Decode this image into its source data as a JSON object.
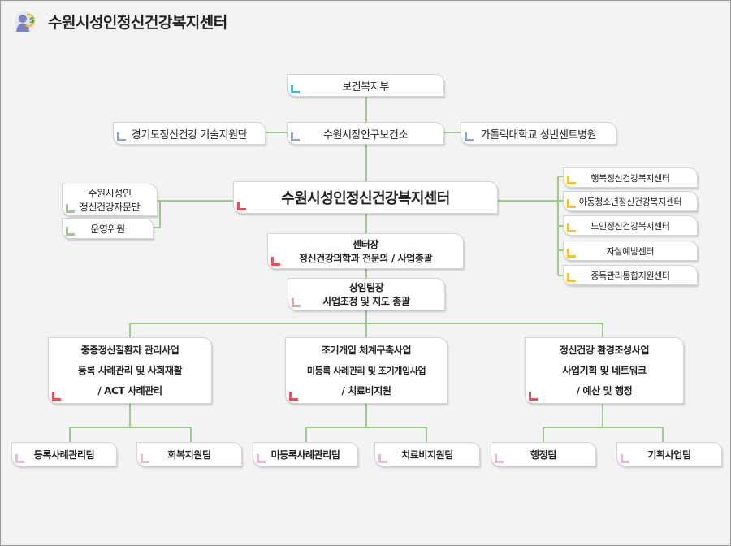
{
  "header": {
    "title": "수원시성인정신건강복지센터",
    "logo_icon": "mind-figure-logo-icon"
  },
  "colors": {
    "line": "#9ccb8c",
    "blue": "#5aaed0",
    "steel": "#8aa3c6",
    "red": "#e0555d",
    "salmon": "#f0a098",
    "yellow": "#f0c040",
    "green": "#9ccb8c",
    "pink": "#f0b4dc"
  },
  "org": {
    "top": "보건복지부",
    "support": "경기도정신건강 기술지원단",
    "health_center": "수원시장안구보건소",
    "hospital": "가톨릭대학교 성빈센트병원",
    "advisory": [
      "수원시성인",
      "정신건강자문단"
    ],
    "committee": "운영위원",
    "center": "수원시성인정신건강복지센터",
    "related": [
      "행복정신건강복지센터",
      "아동청소년정신건강복지센터",
      "노인정신건강복지센터",
      "자살예방센터",
      "중독관리통합지원센터"
    ],
    "director": [
      "센터장",
      "정신건강의학과 전문의 / 사업총괄"
    ],
    "team_lead": [
      "상임팀장",
      "사업조정 및 지도 총괄"
    ],
    "divisions": [
      {
        "lines": [
          "중증정신질환자 관리사업",
          "등록 사례관리 및 사회재활",
          "/ ACT 사례관리"
        ],
        "teams": [
          "등록사례관리팀",
          "회복지원팀"
        ]
      },
      {
        "lines": [
          "조기개입 체계구축사업",
          "미등록 사례관리 및 조기개입사업",
          "/ 치료비지원"
        ],
        "teams": [
          "미등록사례관리팀",
          "치료비지원팀"
        ]
      },
      {
        "lines": [
          "정신건강 환경조성사업",
          "사업기획 및 네트워크",
          "/ 예산 및 행정"
        ],
        "teams": [
          "행정팀",
          "기획사업팀"
        ]
      }
    ]
  }
}
